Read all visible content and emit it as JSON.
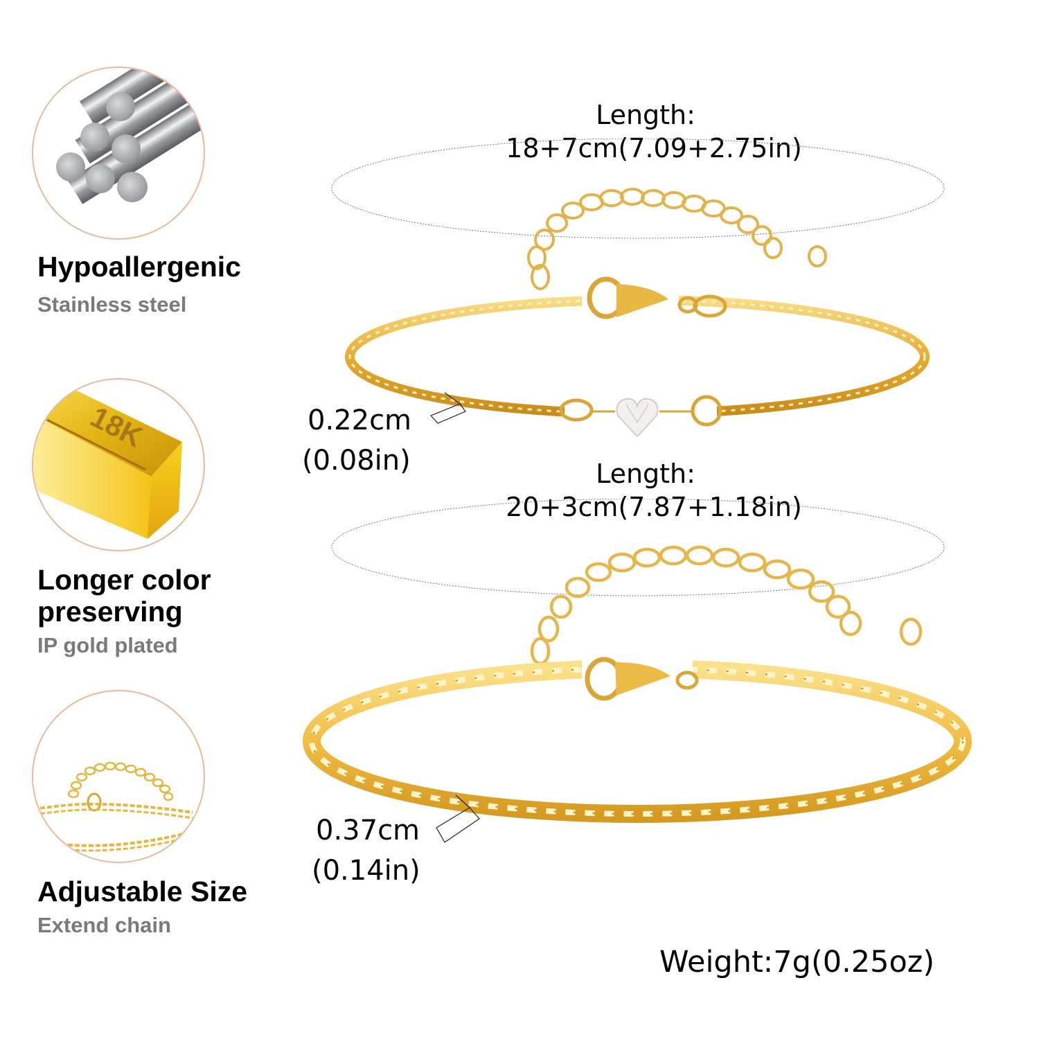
{
  "features": [
    {
      "title": "Hypoallergenic",
      "subtitle": "Stainless steel",
      "image": "steel-rods-icon"
    },
    {
      "title_line1": "Longer color",
      "title_line2": "preserving",
      "subtitle": "IP gold plated",
      "image": "gold-bar-icon",
      "bar_engraving": "18K"
    },
    {
      "title": "Adjustable Size",
      "subtitle": "Extend chain",
      "image": "extender-chain-icon"
    }
  ],
  "bracelets": [
    {
      "length_label": "Length:",
      "length_value": "18+7cm(7.09+2.75in)",
      "width_cm": "0.22cm",
      "width_in": "(0.08in)",
      "charm": "heart-crystal"
    },
    {
      "length_label": "Length:",
      "length_value": "20+3cm(7.87+1.18in)",
      "width_cm": "0.37cm",
      "width_in": "(0.14in)"
    }
  ],
  "weight": "Weight:7g(0.25oz)",
  "colors": {
    "gold": "#e9b53a",
    "gold_light": "#f6d77a",
    "gold_dark": "#c48a1c",
    "circle_border": "#e8b99a",
    "subtitle_gray": "#7a7a7a",
    "steel": "#a9abae"
  }
}
